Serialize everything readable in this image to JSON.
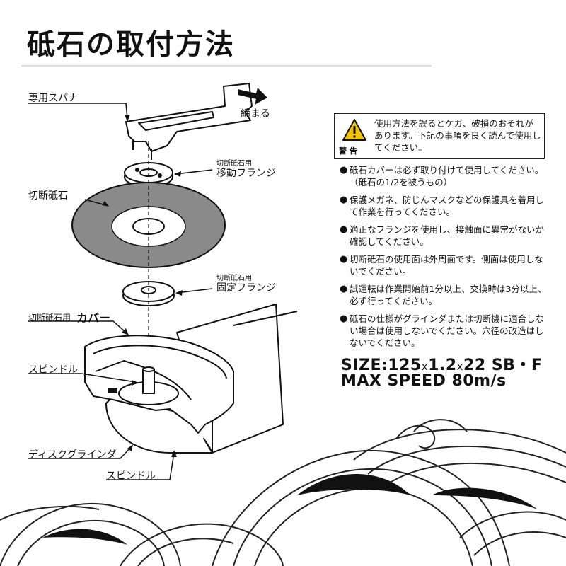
{
  "title": "砥石の取付方法",
  "labels": {
    "wrench": "専用スパナ",
    "tighten": "締まる",
    "moving_flange_note": "切断砥石用",
    "moving_flange": "移動フランジ",
    "cutting_wheel": "切断砥石",
    "fixed_flange_note": "切断砥石用",
    "fixed_flange": "固定フランジ",
    "cover_note": "切断砥石用",
    "cover": "カバー",
    "spindle_top": "スピンドル",
    "grinder": "ディスクグラインダ",
    "spindle_bottom": "スピンドル"
  },
  "warning": {
    "label": "警 告",
    "text": "使用方法を誤るとケガ、破損のおそれがあります。下記の事項を良く読んで使用してください。"
  },
  "bullets": [
    "砥石カバーは必ず取り付けて使用してください。（砥石の1/2を被うもの）",
    "保護メガネ、防じんマスクなどの保護具を着用して作業を行ってください。",
    "適正なフランジを使用し、接触面に異常がないか確認してください。",
    "切断砥石の使用面は外周面です。側面は使用しないでください。",
    "試運転は作業開始前1分以上、交換時は3分以上、必ず行ってください。",
    "砥石の仕様がグラインダまたは切断機に適合しない場合は使用しないでください。穴径の改造はしないでください。"
  ],
  "specs": {
    "size_label": "SIZE:",
    "d": "125",
    "x1": "x",
    "t": "1.2",
    "x2": "x",
    "h": "22",
    "code": "SB・F",
    "speed": "MAX SPEED 80m/s"
  },
  "colors": {
    "wheel_gray": "#8a8a8a",
    "ink": "#111111"
  }
}
